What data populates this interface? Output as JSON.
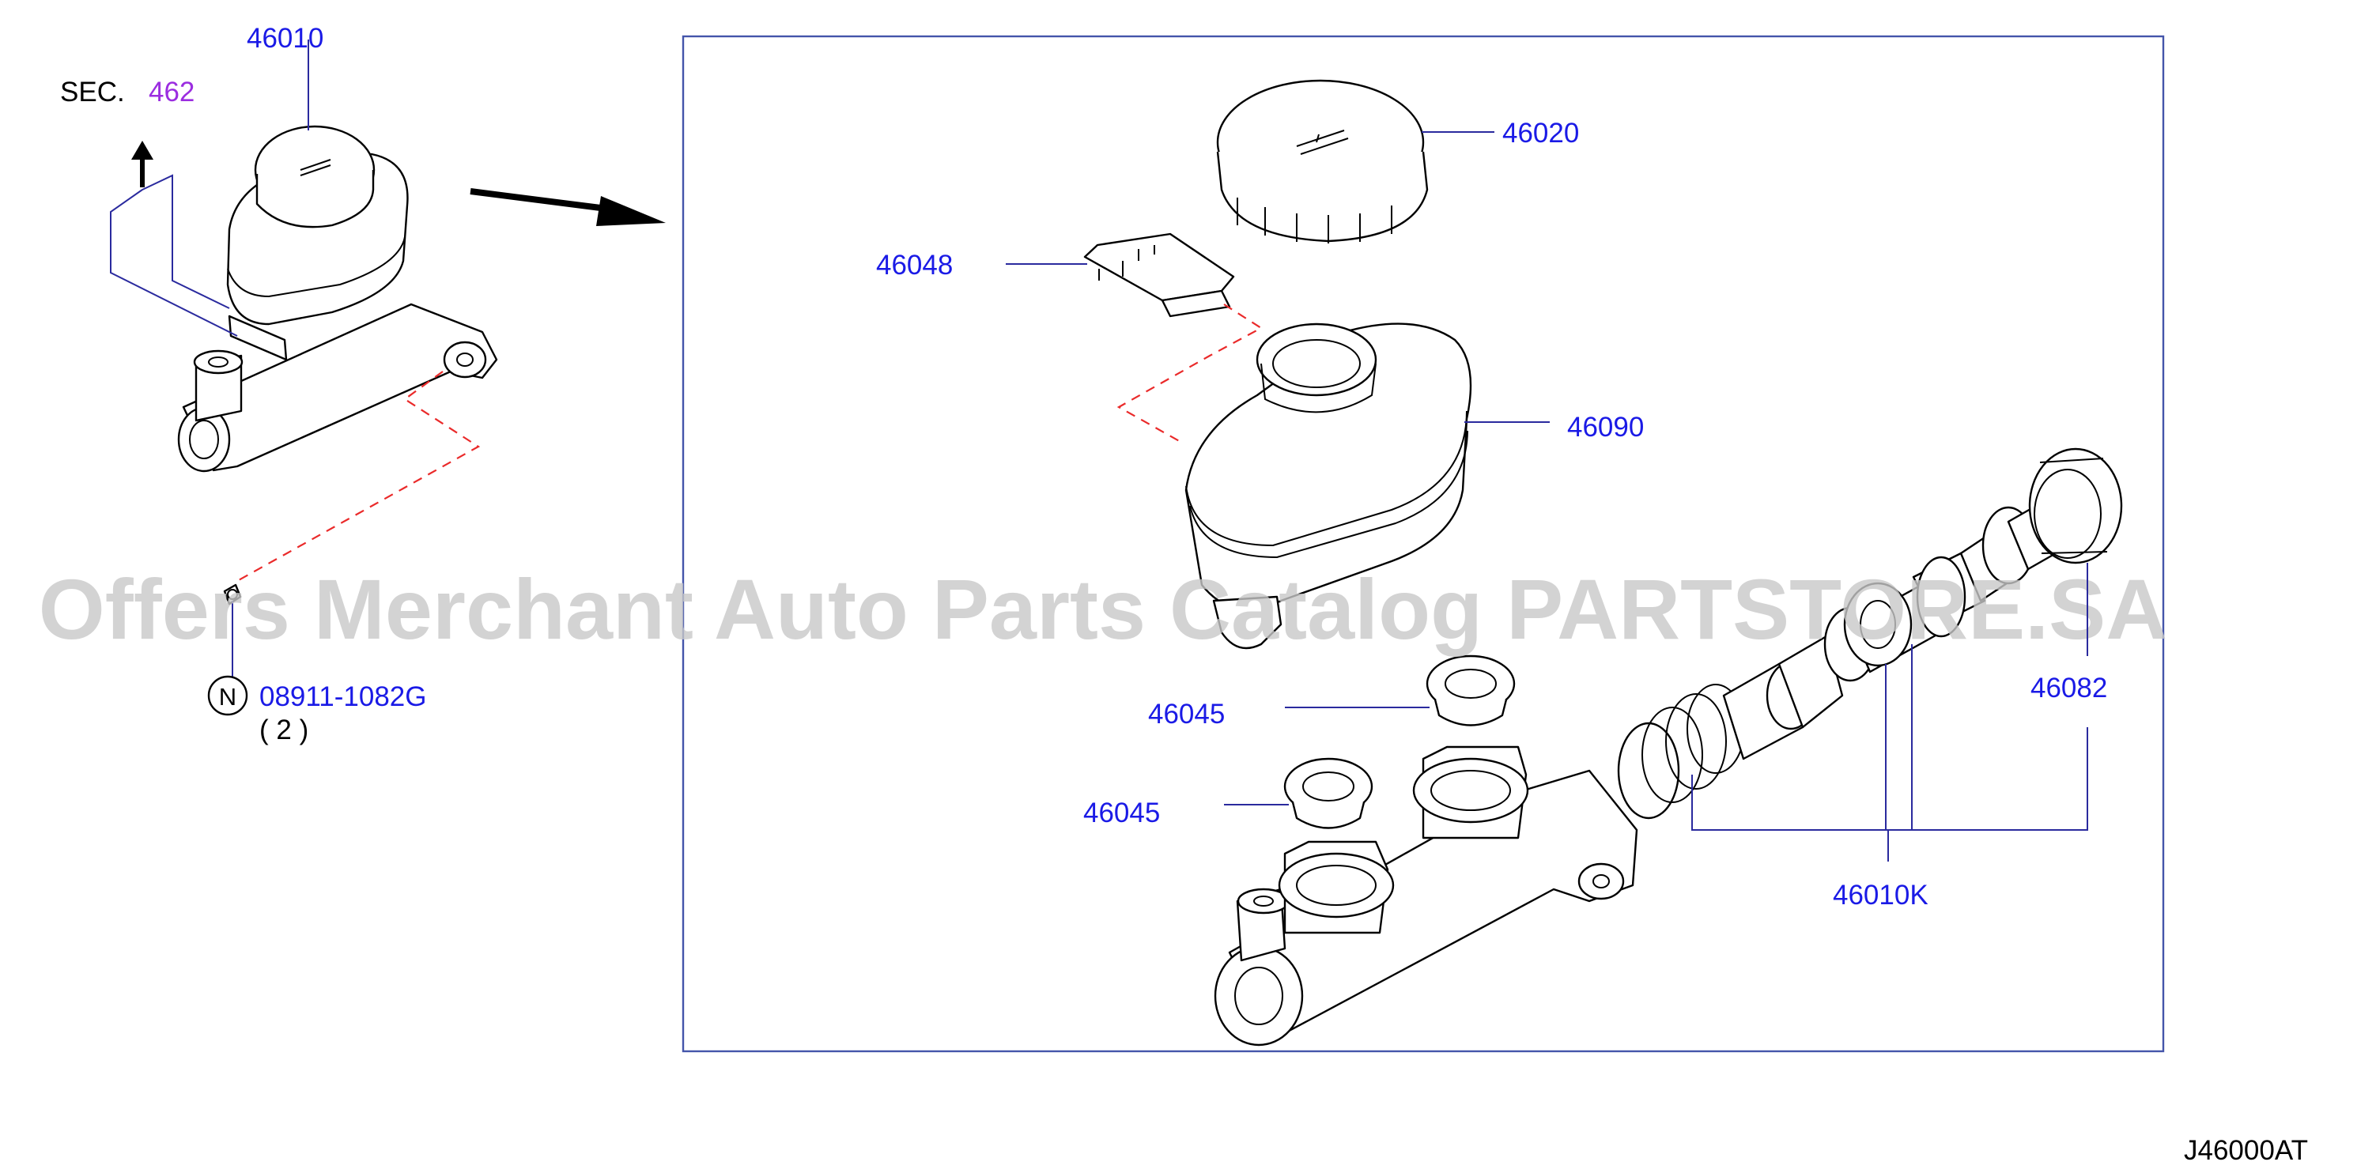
{
  "colors": {
    "label_blue": "#1a1ae6",
    "section_ref": "#9b2de0",
    "leader": "#2a2a9e",
    "dashed_link": "#ea2a2a",
    "frame": "#4455aa",
    "watermark": "#c8c8c8"
  },
  "icons": [
    "n-circle-icon",
    "arrow-up-icon",
    "arrow-right-icon"
  ],
  "section_ref": {
    "prefix": "SEC.",
    "number": "462"
  },
  "parts": {
    "assembly": "46010",
    "cap": "46020",
    "pin": "46048",
    "reservoir": "46090",
    "grommet_upper": "46045",
    "grommet_lower": "46045",
    "seal": "46082",
    "kit": "46010K",
    "nut": "08911-1082G",
    "nut_qty": "( 2 )",
    "nut_marker": "N"
  },
  "watermark": "Offers Merchant Auto Parts Catalog PARTSTORE.SA",
  "diagram_code": "J46000AT"
}
